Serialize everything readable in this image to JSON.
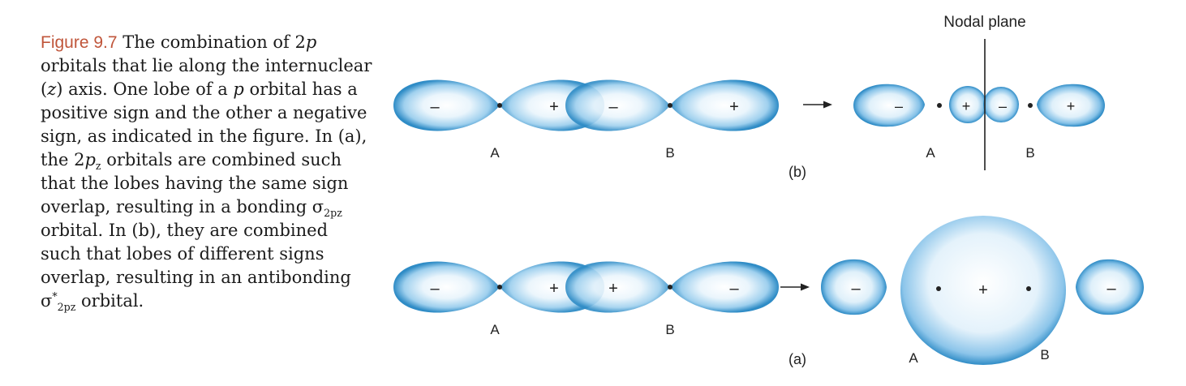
{
  "caption": {
    "figure_label": "Figure 9.7",
    "part1": "The combination of 2",
    "p1": "p",
    "part2": " orbitals that lie along the internuclear (",
    "z": "z",
    "part3": ") axis. One lobe of a ",
    "p2": "p",
    "part4": " orbital has a positive sign and the other a negative sign, as indicated in the figure. In (a), the 2",
    "p3": "p",
    "sub_z1": "z",
    "part5": " orbitals are combined such that the lobes having the same sign overlap, resulting in a bonding σ",
    "sub_2pz1": "2pz",
    "part6": " orbital. In (b), they are combined such that lobes of different signs overlap, resulting in an antibonding σ",
    "sup_star": "*",
    "sub_2pz2": "2pz",
    "part7": " orbital."
  },
  "diagram": {
    "nodal_plane_label": "Nodal plane",
    "arrow": "→",
    "b": {
      "label": "(b)",
      "left_signs": [
        "–",
        "+",
        "–",
        "+"
      ],
      "left_atom_a": "A",
      "left_atom_b": "B",
      "right_signs": [
        "–",
        "+",
        "–",
        "+"
      ],
      "right_atom_a": "A",
      "right_atom_b": "B"
    },
    "a": {
      "label": "(a)",
      "left_signs": [
        "–",
        "+",
        "+",
        "–"
      ],
      "left_atom_a": "A",
      "left_atom_b": "B",
      "right_signs": [
        "–",
        "+",
        "–"
      ],
      "right_atom_a": "A",
      "right_atom_b": "B"
    }
  },
  "colors": {
    "orbital_center": "#ffffff",
    "orbital_mid": "#c4e3f5",
    "orbital_edge": "#2f8cc6",
    "caption_label": "#c0563b"
  }
}
